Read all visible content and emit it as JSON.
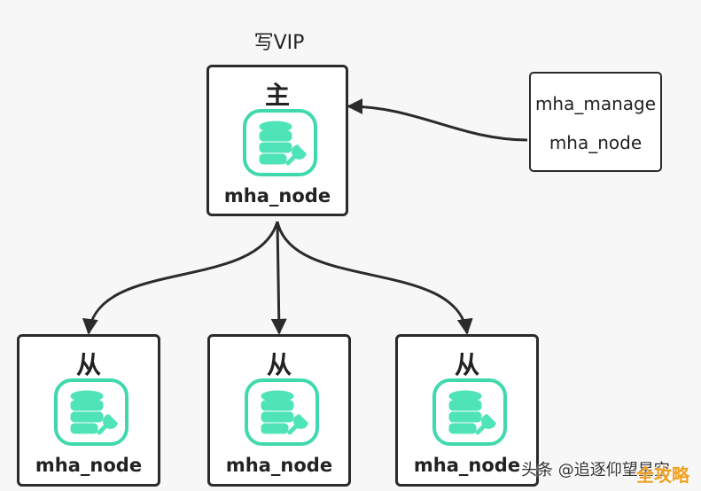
{
  "vip_label": "写VIP",
  "master": {
    "role": "主",
    "name": "mha_node",
    "icon": "database-tool-icon"
  },
  "slaves": [
    {
      "role": "从",
      "name": "mha_node",
      "icon": "database-tool-icon"
    },
    {
      "role": "从",
      "name": "mha_node",
      "icon": "database-tool-icon"
    },
    {
      "role": "从",
      "name": "mha_node",
      "icon": "database-tool-icon"
    }
  ],
  "manager": {
    "line1": "mha_manage",
    "line2": "mha_node"
  },
  "watermark": "头条 @追逐仰望星空",
  "corner_logo": "全攻略",
  "colors": {
    "icon_fill": "#4fe3b8",
    "icon_border": "#3fd9ad",
    "border": "#2b2b2b"
  }
}
